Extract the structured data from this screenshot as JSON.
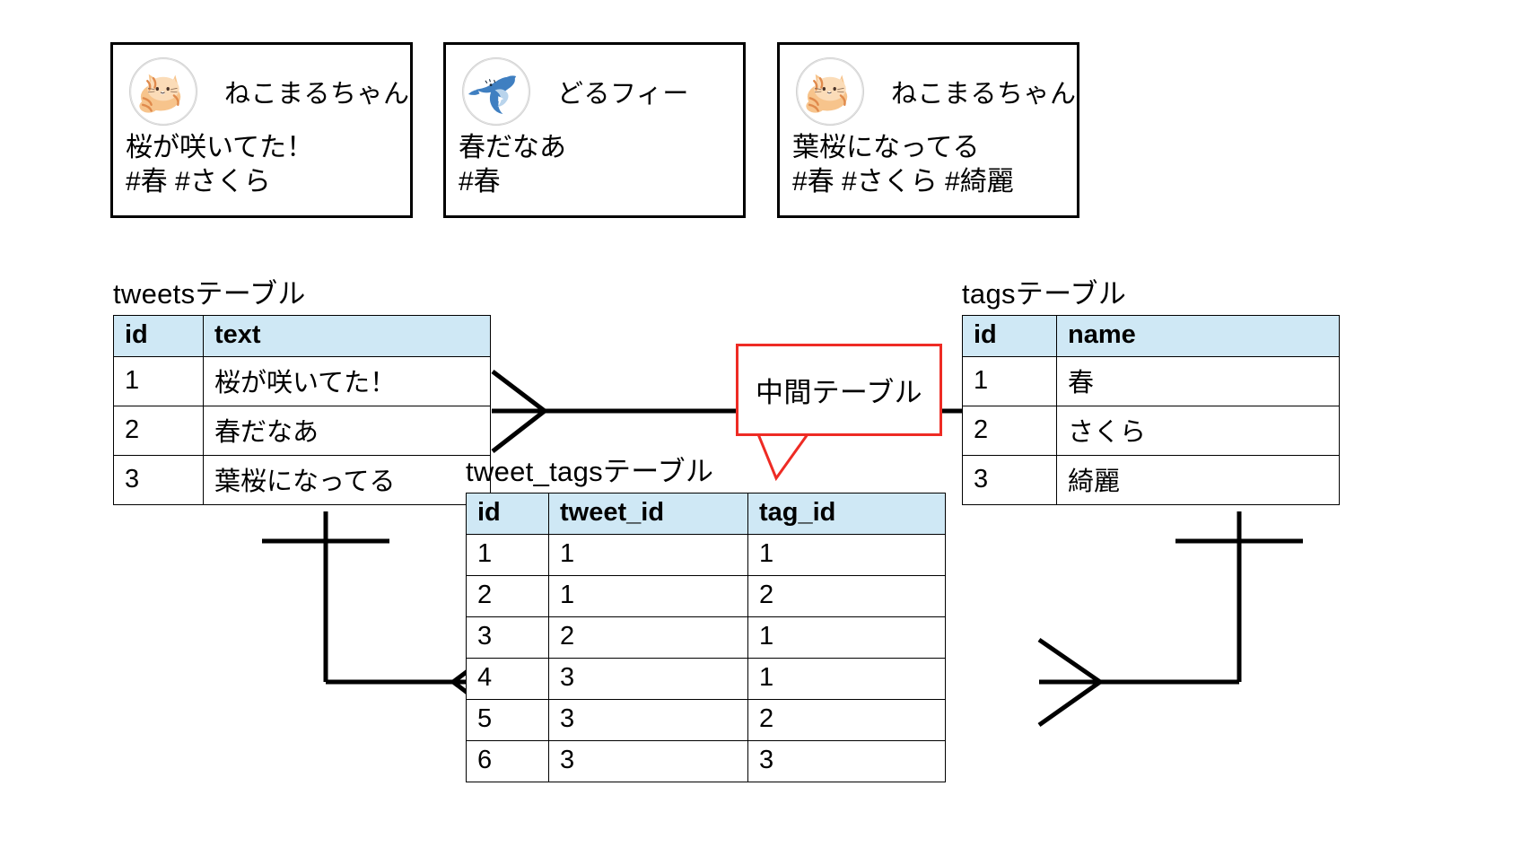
{
  "tweet_cards": [
    {
      "author": "ねこまるちゃん",
      "avatar_icon": "cat-avatar-icon",
      "body_line1": "桜が咲いてた！",
      "body_line2": "#春 #さくら"
    },
    {
      "author": "どるフィー",
      "avatar_icon": "dolphin-avatar-icon",
      "body_line1": "春だなあ",
      "body_line2": "#春"
    },
    {
      "author": "ねこまるちゃん",
      "avatar_icon": "cat-avatar-icon",
      "body_line1": "葉桜になってる",
      "body_line2": "#春 #さくら #綺麗"
    }
  ],
  "tables": {
    "tweets": {
      "caption": "tweetsテーブル",
      "columns": [
        "id",
        "text"
      ],
      "rows": [
        [
          "1",
          "桜が咲いてた！"
        ],
        [
          "2",
          "春だなあ"
        ],
        [
          "3",
          "葉桜になってる"
        ]
      ]
    },
    "tags": {
      "caption": "tagsテーブル",
      "columns": [
        "id",
        "name"
      ],
      "rows": [
        [
          "1",
          "春"
        ],
        [
          "2",
          "さくら"
        ],
        [
          "3",
          "綺麗"
        ]
      ]
    },
    "tweet_tags": {
      "caption": "tweet_tagsテーブル",
      "columns": [
        "id",
        "tweet_id",
        "tag_id"
      ],
      "rows": [
        [
          "1",
          "1",
          "1"
        ],
        [
          "2",
          "1",
          "2"
        ],
        [
          "3",
          "2",
          "1"
        ],
        [
          "4",
          "3",
          "1"
        ],
        [
          "5",
          "3",
          "2"
        ],
        [
          "6",
          "3",
          "3"
        ]
      ]
    }
  },
  "callout": {
    "label": "中間テーブル",
    "color": "#ee2b24"
  },
  "colors": {
    "header_fill": "#cfe8f5",
    "border": "#000000",
    "callout_red": "#ee2b24",
    "cat_fur": "#f2b678",
    "cat_stripe": "#e08a4c",
    "dolphin_body": "#3f7fc1",
    "dolphin_belly": "#b9d4ec"
  }
}
